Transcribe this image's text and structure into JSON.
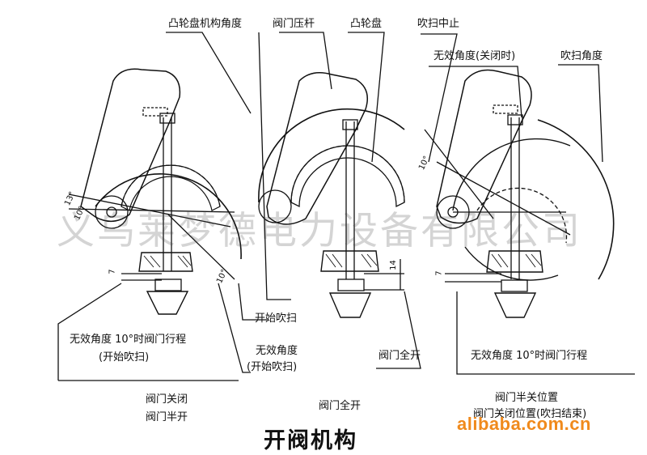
{
  "title": "开阀机构",
  "watermarks": {
    "company": "义乌莱梦德电力设备有限公司",
    "site": "alibaba.com.cn"
  },
  "panel1": {
    "cam_angle": "凸轮盘机构角度",
    "invalid_angle_travel_1": "无效角度 10°时阀门行程",
    "invalid_angle_travel_2": "(开始吹扫)",
    "invalid_angle_1": "无效角度",
    "invalid_angle_2": "(开始吹扫)",
    "start_purge": "开始吹扫",
    "state_1": "阀门关闭",
    "state_2": "阀门半开",
    "dim_13": "13°",
    "dim_10a": "10°",
    "dim_10b": "10°",
    "dim_7": "7"
  },
  "panel2": {
    "valve_rod": "阀门压杆",
    "cam_disc": "凸轮盘",
    "valve_full_open": "阀门全开",
    "state": "阀门全开",
    "dim_14": "14"
  },
  "panel3": {
    "purge_stop": "吹扫中止",
    "invalid_angle_closed": "无效角度(关闭时)",
    "purge_angle": "吹扫角度",
    "invalid_angle_travel": "无效角度 10°时阀门行程",
    "state_1": "阀门半关位置",
    "state_2": "阀门关闭位置(吹扫结束)",
    "dim_10": "10°",
    "dim_7": "7"
  }
}
